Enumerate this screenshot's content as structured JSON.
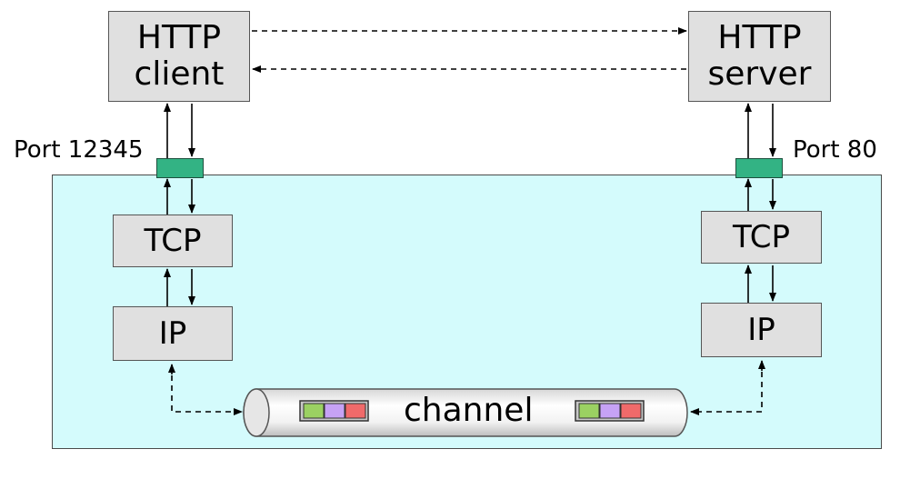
{
  "client": {
    "line1": "HTTP",
    "line2": "client",
    "port_label": "Port 12345",
    "tcp": "TCP",
    "ip": "IP"
  },
  "server": {
    "line1": "HTTP",
    "line2": "server",
    "port_label": "Port 80",
    "tcp": "TCP",
    "ip": "IP"
  },
  "channel": {
    "label": "channel"
  },
  "colors": {
    "host_region": "#d4fbfc",
    "box_fill": "#e0e0e0",
    "port_fill": "#33b384",
    "packet_green": "#9bd162",
    "packet_purple": "#c6a2f5",
    "packet_red": "#f06a6a"
  }
}
